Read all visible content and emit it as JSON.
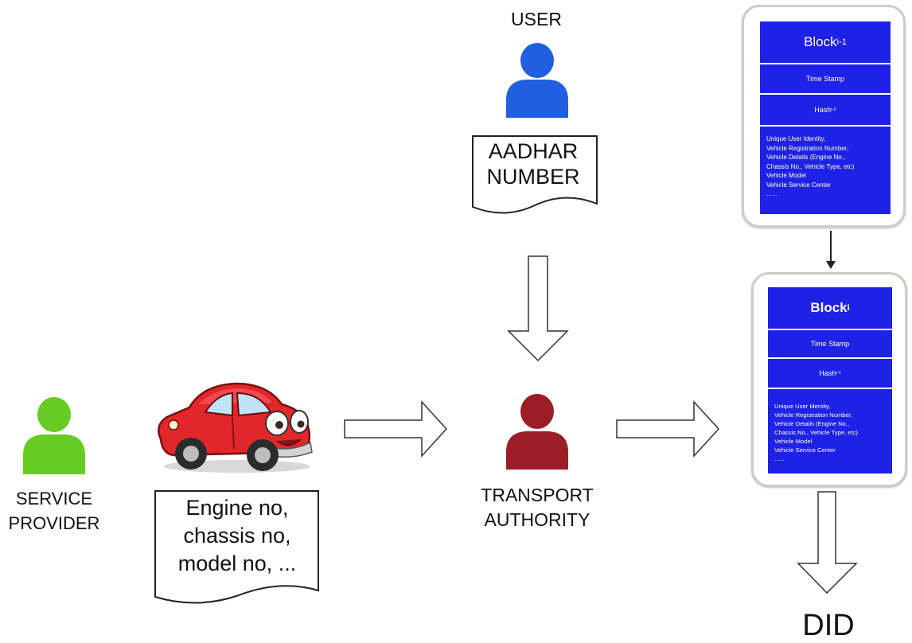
{
  "user": {
    "label": "USER",
    "color": "#1f5fe0"
  },
  "service_provider": {
    "label_line1": "SERVICE",
    "label_line2": "PROVIDER",
    "color": "#66cc22"
  },
  "transport_authority": {
    "label_line1": "TRANSPORT",
    "label_line2": "AUTHORITY",
    "color": "#9e1c26"
  },
  "aadhar_doc": {
    "line1": "AADHAR",
    "line2": "NUMBER"
  },
  "vehicle_doc": {
    "line1": "Engine no,",
    "line2": "chassis no,",
    "line3": "model no, ..."
  },
  "block_prev": {
    "title": "Block",
    "title_sub": "i-1",
    "timestamp": "Time Stamp",
    "hash": "Hash",
    "hash_sub": "i-2",
    "data_lines": [
      "Unique User Identity,",
      "Vehicle Registration Number,",
      "Vehicle Details (Engine No.,",
      "Chassis No., Vehicle Type, etc)",
      "Vehicle Model",
      "Vehicle Service Center",
      "......"
    ]
  },
  "block_curr": {
    "title": "Block",
    "title_sub": "i",
    "timestamp": "Time Stamp",
    "hash": "Hash",
    "hash_sub": "i-1",
    "data_lines": [
      "Unique User Identity,",
      "Vehicle Registration Number,",
      "Vehicle Details (Engine No.,",
      "Chassis No., Vehicle Type, etc)",
      "Vehicle Model",
      "Vehicle Service Center",
      "......"
    ]
  },
  "output": {
    "label": "DID"
  }
}
